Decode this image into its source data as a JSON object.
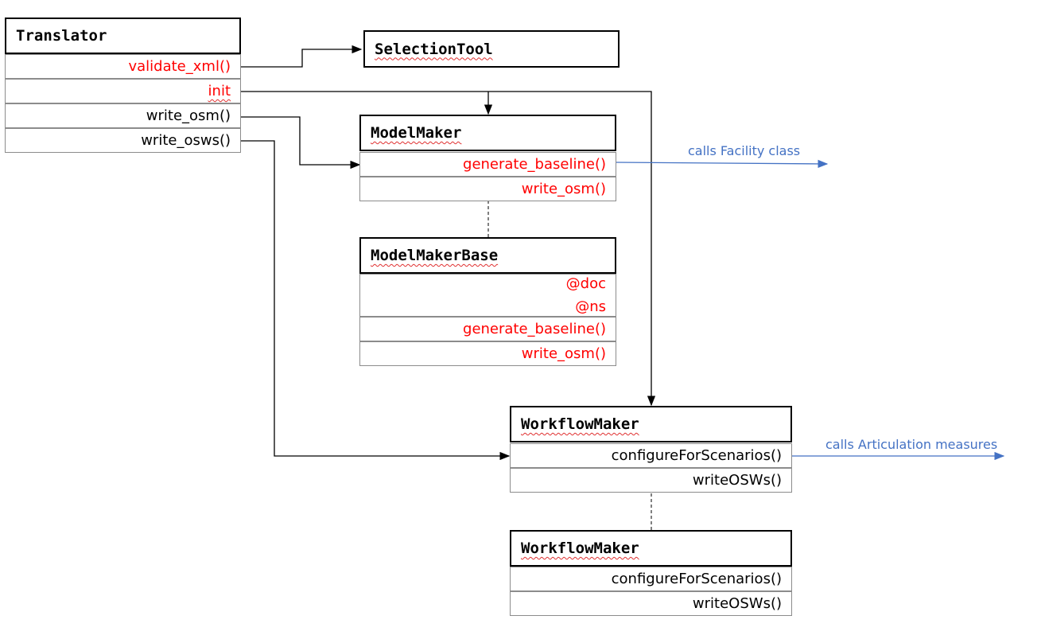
{
  "classes": {
    "translator": {
      "name": "Translator",
      "members": [
        "validate_xml()",
        "init",
        "write_osm()",
        "write_osws()"
      ]
    },
    "selection_tool": {
      "name": "SelectionTool"
    },
    "model_maker": {
      "name": "ModelMaker",
      "members": [
        "generate_baseline()",
        "write_osm()"
      ]
    },
    "model_maker_base": {
      "name": "ModelMakerBase",
      "members": [
        "@doc",
        "@ns",
        "generate_baseline()",
        "write_osm()"
      ]
    },
    "workflow_maker": {
      "name": "WorkflowMaker",
      "members": [
        "configureForScenarios()",
        "writeOSWs()"
      ]
    },
    "workflow_maker_2": {
      "name": "WorkflowMaker",
      "members": [
        "configureForScenarios()",
        "writeOSWs()"
      ]
    }
  },
  "annotations": {
    "facility": "calls Facility class",
    "articulation": "calls Articulation measures"
  },
  "colors": {
    "member_red": "#ff0000",
    "member_black": "#000000",
    "annotation_blue": "#4472c4",
    "border_gray": "#8c8c8c"
  }
}
